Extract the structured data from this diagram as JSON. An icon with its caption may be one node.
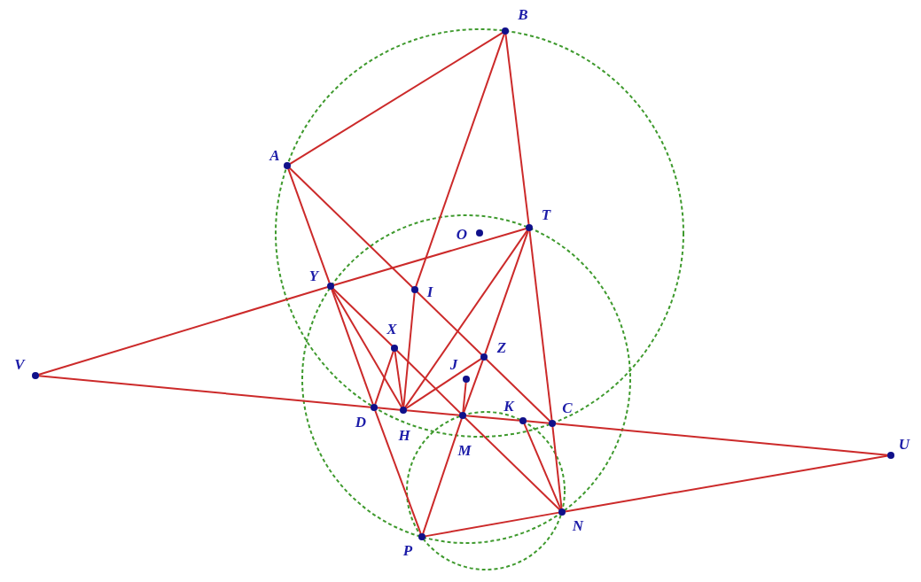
{
  "diagram": {
    "nodes": [
      {
        "text": [
          "B"
        ]
      },
      {
        "text": [
          "A"
        ]
      },
      {
        "text": [
          "T"
        ]
      },
      {
        "text": [
          "O"
        ]
      },
      {
        "text": [
          "Y"
        ]
      },
      {
        "text": [
          "I"
        ]
      },
      {
        "text": [
          "X"
        ]
      },
      {
        "text": [
          "Z"
        ]
      },
      {
        "text": [
          "V"
        ]
      },
      {
        "text": [
          "J"
        ]
      },
      {
        "text": [
          "D"
        ]
      },
      {
        "text": [
          "H"
        ]
      },
      {
        "text": [
          "M"
        ]
      },
      {
        "text": [
          "K"
        ]
      },
      {
        "text": [
          "C"
        ]
      },
      {
        "text": [
          "U"
        ]
      },
      {
        "text": [
          "N"
        ]
      },
      {
        "text": [
          "P"
        ]
      }
    ],
    "edges": [
      {
        "from": 1,
        "to": 0,
        "arrow": "none"
      },
      {
        "from": 0,
        "to": 5,
        "arrow": "none"
      },
      {
        "from": 0,
        "to": 2,
        "arrow": "none"
      },
      {
        "from": 2,
        "to": 14,
        "arrow": "none"
      },
      {
        "from": 1,
        "to": 4,
        "arrow": "none"
      },
      {
        "from": 4,
        "to": 10,
        "arrow": "none"
      },
      {
        "from": 10,
        "to": 17,
        "arrow": "none"
      },
      {
        "from": 1,
        "to": 5,
        "arrow": "none"
      },
      {
        "from": 5,
        "to": 7,
        "arrow": "none"
      },
      {
        "from": 7,
        "to": 14,
        "arrow": "none"
      },
      {
        "from": 14,
        "to": 16,
        "arrow": "none"
      },
      {
        "from": 8,
        "to": 4,
        "arrow": "none"
      },
      {
        "from": 4,
        "to": 2,
        "arrow": "none"
      },
      {
        "from": 8,
        "to": 10,
        "arrow": "none"
      },
      {
        "from": 10,
        "to": 11,
        "arrow": "none"
      },
      {
        "from": 11,
        "to": 12,
        "arrow": "none"
      },
      {
        "from": 12,
        "to": 13,
        "arrow": "none"
      },
      {
        "from": 13,
        "to": 14,
        "arrow": "none"
      },
      {
        "from": 14,
        "to": 15,
        "arrow": "none"
      },
      {
        "from": 15,
        "to": 16,
        "arrow": "none"
      },
      {
        "from": 16,
        "to": 17,
        "arrow": "none"
      },
      {
        "from": 4,
        "to": 6,
        "arrow": "none"
      },
      {
        "from": 6,
        "to": 12,
        "arrow": "none"
      },
      {
        "from": 12,
        "to": 16,
        "arrow": "none"
      },
      {
        "from": 4,
        "to": 11,
        "arrow": "none"
      },
      {
        "from": 6,
        "to": 10,
        "arrow": "none"
      },
      {
        "from": 6,
        "to": 11,
        "arrow": "none"
      },
      {
        "from": 5,
        "to": 11,
        "arrow": "none"
      },
      {
        "from": 11,
        "to": 2,
        "arrow": "none"
      },
      {
        "from": 11,
        "to": 7,
        "arrow": "none"
      },
      {
        "from": 2,
        "to": 7,
        "arrow": "none"
      },
      {
        "from": 7,
        "to": 12,
        "arrow": "none"
      },
      {
        "from": 9,
        "to": 12,
        "arrow": "none"
      },
      {
        "from": 12,
        "to": 17,
        "arrow": "none"
      },
      {
        "from": 13,
        "to": 16,
        "arrow": "none"
      }
    ]
  }
}
